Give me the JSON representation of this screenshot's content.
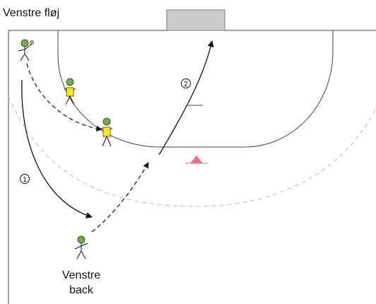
{
  "title": "Venstre fløj",
  "labels": {
    "back_line1": "Venstre",
    "back_line2": "back",
    "step1": "1",
    "step2": "2"
  },
  "colors": {
    "court_line": "#444444",
    "nine_meter_line": "#bbbbbb",
    "goal_fill": "#cccccc",
    "goal_stroke": "#777777",
    "player_head": "#6fb33a",
    "defender_body": "#ffee00",
    "ball": "#e8a080",
    "cone": "#e8707a",
    "arrow": "#111111"
  },
  "icons": {
    "goal": "goal-rectangle",
    "attacker": "stick-figure-green-head",
    "defender": "stick-figure-yellow-shirt",
    "ball": "small-ball",
    "cone": "triangle-cone"
  }
}
